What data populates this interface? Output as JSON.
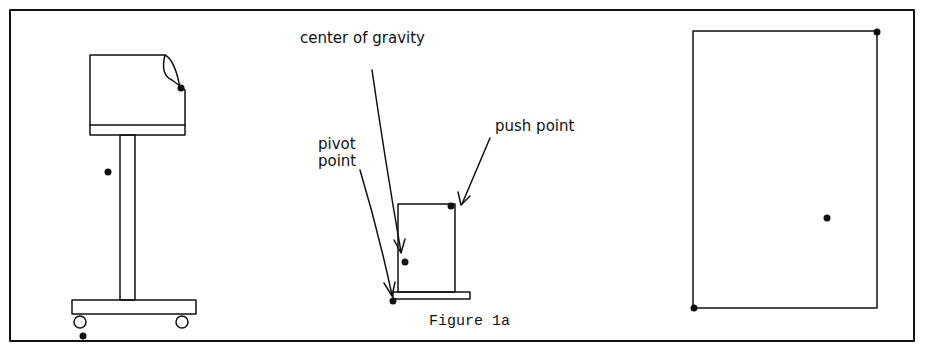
{
  "diagram": {
    "caption": "Figure 1a",
    "labels": [
      "center of gravity",
      "push point",
      "pivot point"
    ]
  }
}
